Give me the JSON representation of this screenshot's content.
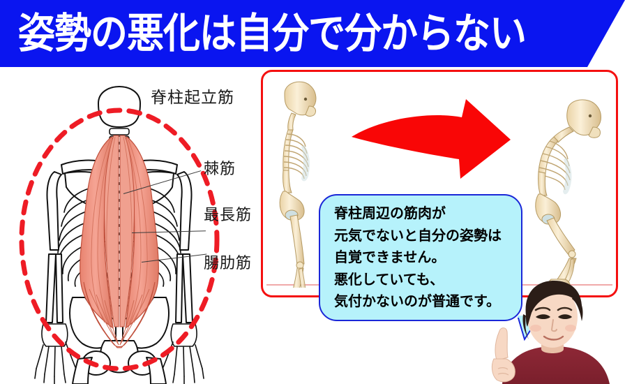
{
  "banner": {
    "title": "姿勢の悪化は自分で分からない",
    "background_color": "#0a15f0",
    "text_color": "#ffffff"
  },
  "anatomy": {
    "name": "erector-spinae-back-view-diagram",
    "highlight_shape": "red-dashed-ellipse",
    "highlight_color": "#ee1c25",
    "muscle_color": "#ef8a78",
    "labels": [
      {
        "id": "erector-spinae",
        "text": "脊柱起立筋"
      },
      {
        "id": "spinalis",
        "text": "棘筋"
      },
      {
        "id": "longissimus",
        "text": "最長筋"
      },
      {
        "id": "iliocostalis",
        "text": "腸肋筋"
      }
    ]
  },
  "panel": {
    "border_color": "#f41010",
    "skeleton_left": {
      "name": "skeleton-good-posture",
      "posture": "upright"
    },
    "skeleton_right": {
      "name": "skeleton-bad-posture",
      "posture": "hunched-forward"
    },
    "arrow": {
      "name": "red-swoosh-arrow",
      "direction": "right",
      "color": "#f90606"
    }
  },
  "bubble": {
    "fill_color": "#b6f2fb",
    "border_color": "#1a27d8",
    "lines": [
      "脊柱周辺の筋肉が",
      "元気でないと自分の姿勢は",
      "自覚できません。",
      "悪化していても、",
      "気付かないのが普通です。"
    ]
  },
  "person": {
    "name": "presenter-photo",
    "description": "pointing-up-gesture",
    "hair_color": "#2b1d17",
    "shirt_color": "#8e2836",
    "skin_color": "#f7d8c4"
  }
}
